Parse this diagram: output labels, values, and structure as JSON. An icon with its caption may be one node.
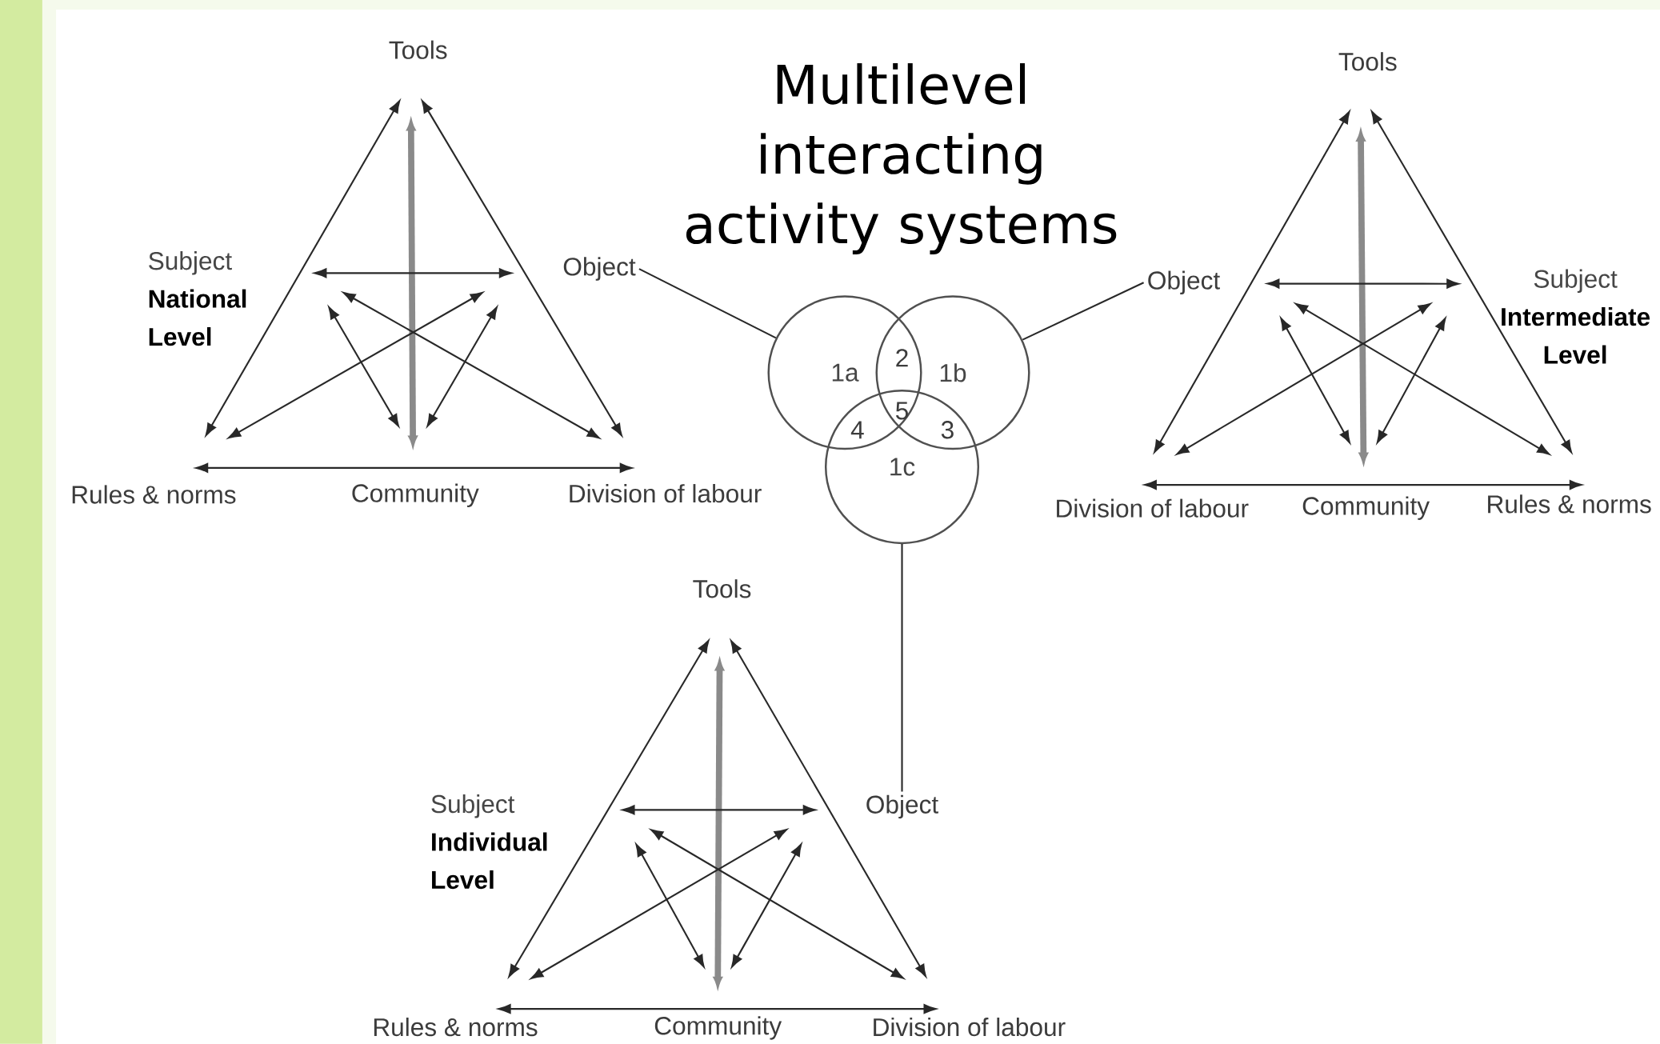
{
  "diagram": {
    "title": "Multilevel interacting activity systems",
    "nodes": [
      {
        "text": [
          "Tools"
        ]
      },
      {
        "text": [
          "Subject",
          "National Level"
        ]
      },
      {
        "text": [
          "Object"
        ]
      },
      {
        "text": [
          "Rules & norms"
        ]
      },
      {
        "text": [
          "Community"
        ]
      },
      {
        "text": [
          "Division of labour"
        ]
      },
      {
        "text": [
          "Tools"
        ]
      },
      {
        "text": [
          "Object"
        ]
      },
      {
        "text": [
          "Subject",
          "Intermediate Level"
        ]
      },
      {
        "text": [
          "Division of labour"
        ]
      },
      {
        "text": [
          "Community"
        ]
      },
      {
        "text": [
          "Rules & norms"
        ]
      },
      {
        "text": [
          "1a"
        ]
      },
      {
        "text": [
          "1b"
        ]
      },
      {
        "text": [
          "1c"
        ]
      },
      {
        "text": [
          "Tools"
        ]
      },
      {
        "text": [
          "Subject",
          "Individual Level"
        ]
      },
      {
        "text": [
          "Object"
        ]
      },
      {
        "text": [
          "Rules & norms"
        ]
      },
      {
        "text": [
          "Community"
        ]
      },
      {
        "text": [
          "Division of labour"
        ]
      }
    ],
    "edges": [
      {
        "from": 0,
        "to": 3,
        "arrow": "both"
      },
      {
        "from": 0,
        "to": 5,
        "arrow": "both"
      },
      {
        "from": 3,
        "to": 5,
        "arrow": "both"
      },
      {
        "from": 0,
        "to": 4,
        "arrow": "both",
        "style": "thick",
        "color": "#8a8a8a"
      },
      {
        "from": 1,
        "to": 2,
        "arrow": "both"
      },
      {
        "from": 1,
        "to": 4,
        "arrow": "both"
      },
      {
        "from": 1,
        "to": 5,
        "arrow": "both"
      },
      {
        "from": 2,
        "to": 3,
        "arrow": "both"
      },
      {
        "from": 2,
        "to": 4,
        "arrow": "both"
      },
      {
        "from": 6,
        "to": 11,
        "arrow": "both"
      },
      {
        "from": 6,
        "to": 9,
        "arrow": "both"
      },
      {
        "from": 9,
        "to": 11,
        "arrow": "both"
      },
      {
        "from": 6,
        "to": 10,
        "arrow": "both",
        "style": "thick",
        "color": "#8a8a8a"
      },
      {
        "from": 8,
        "to": 7,
        "arrow": "both"
      },
      {
        "from": 8,
        "to": 10,
        "arrow": "both"
      },
      {
        "from": 8,
        "to": 9,
        "arrow": "both"
      },
      {
        "from": 7,
        "to": 11,
        "arrow": "both"
      },
      {
        "from": 7,
        "to": 10,
        "arrow": "both"
      },
      {
        "from": 15,
        "to": 18,
        "arrow": "both"
      },
      {
        "from": 15,
        "to": 20,
        "arrow": "both"
      },
      {
        "from": 18,
        "to": 20,
        "arrow": "both"
      },
      {
        "from": 15,
        "to": 19,
        "arrow": "both",
        "style": "thick",
        "color": "#8a8a8a"
      },
      {
        "from": 16,
        "to": 17,
        "arrow": "both"
      },
      {
        "from": 16,
        "to": 19,
        "arrow": "both"
      },
      {
        "from": 16,
        "to": 20,
        "arrow": "both"
      },
      {
        "from": 17,
        "to": 18,
        "arrow": "both"
      },
      {
        "from": 17,
        "to": 19,
        "arrow": "both"
      },
      {
        "from": 2,
        "to": 12,
        "arrow": "none"
      },
      {
        "from": 7,
        "to": 13,
        "arrow": "none"
      },
      {
        "from": 14,
        "to": 17,
        "arrow": "none"
      }
    ],
    "labels": [
      "2",
      "5",
      "4",
      "3"
    ]
  }
}
